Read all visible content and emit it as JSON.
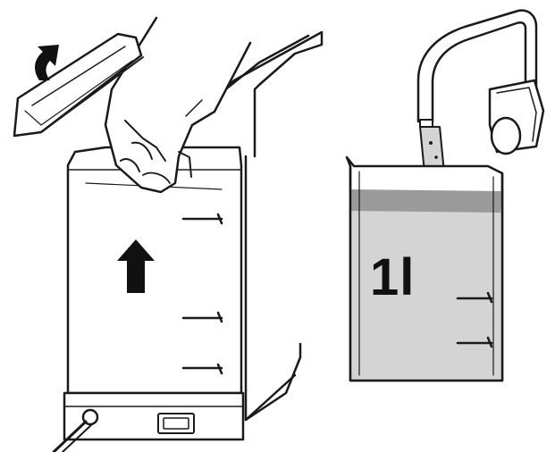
{
  "illustration": {
    "panels": [
      {
        "id": "remove-tank",
        "arrows": [
          "lid-lift-arrow",
          "tank-lift-arrow"
        ]
      },
      {
        "id": "fill-tank",
        "fill_label": "1l"
      }
    ],
    "colors": {
      "ink": "#1a1a1a",
      "water": "#d4d4d4",
      "water_surface": "#9a9a9a",
      "background": "#ffffff"
    },
    "icons": [
      "arrow-up-icon",
      "curved-arrow-icon",
      "faucet-icon",
      "hand-icon",
      "power-cord-icon"
    ]
  }
}
